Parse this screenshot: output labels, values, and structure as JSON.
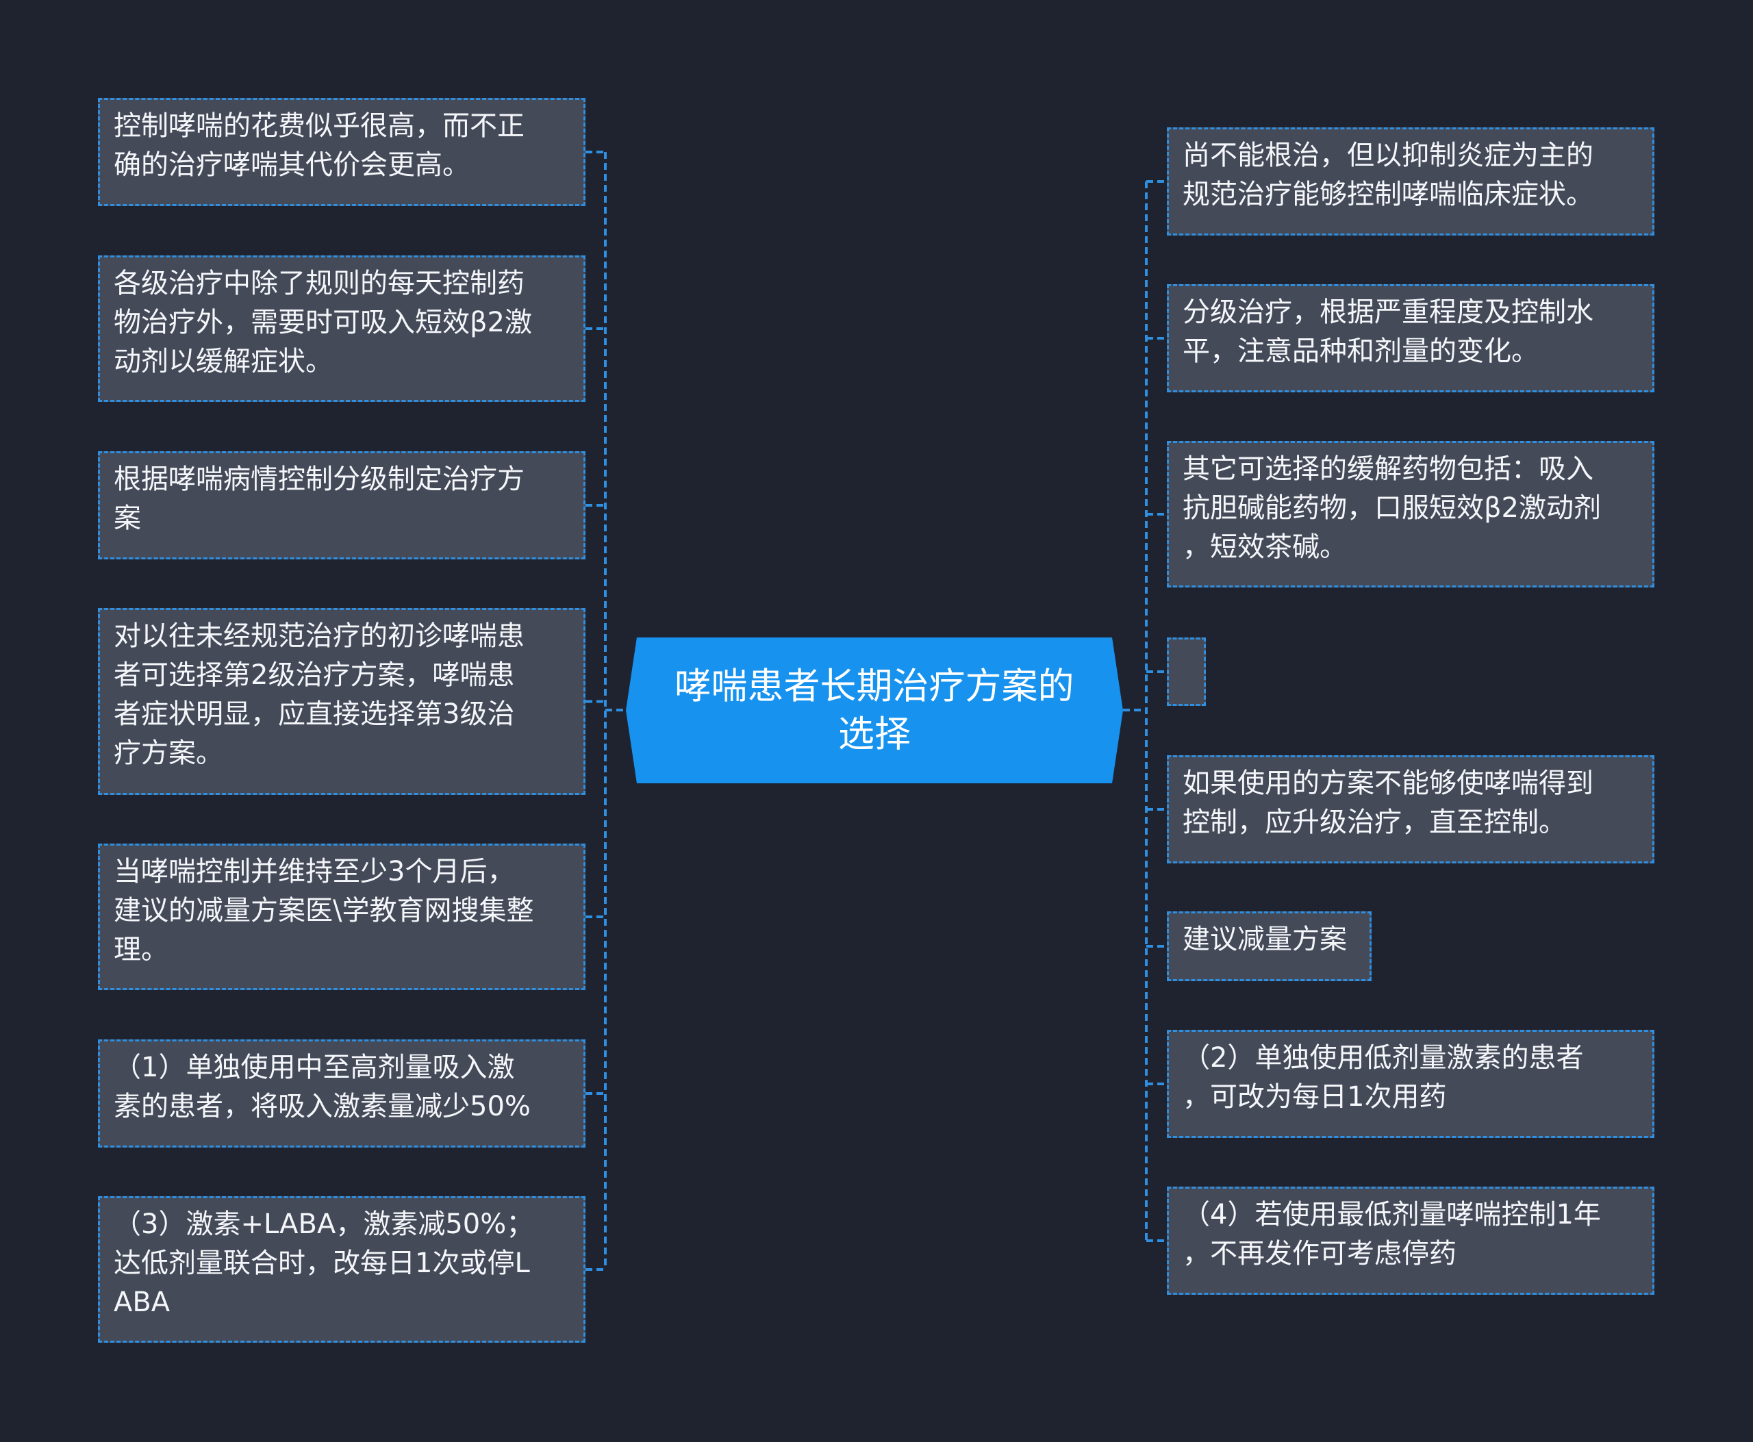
{
  "center": {
    "label": "哮喘患者长期治疗方案的\n选择"
  },
  "left_nodes": [
    {
      "text": "控制哮喘的花费似乎很高，而不正\n确的治疗哮喘其代价会更高。"
    },
    {
      "text": "各级治疗中除了规则的每天控制药\n物治疗外，需要时可吸入短效β2激\n动剂以缓解症状。"
    },
    {
      "text": "根据哮喘病情控制分级制定治疗方\n案"
    },
    {
      "text": "对以往未经规范治疗的初诊哮喘患\n者可选择第2级治疗方案，哮喘患\n者症状明显，应直接选择第3级治\n疗方案。"
    },
    {
      "text": "当哮喘控制并维持至少3个月后，\n建议的减量方案医\\学教育网搜集整\n理。"
    },
    {
      "text": "（1）单独使用中至高剂量吸入激\n素的患者，将吸入激素量减少50%"
    },
    {
      "text": "（3）激素+LABA，激素减50%；\n达低剂量联合时，改每日1次或停L\nABA"
    }
  ],
  "right_nodes": [
    {
      "text": "尚不能根治，但以抑制炎症为主的\n规范治疗能够控制哮喘临床症状。"
    },
    {
      "text": "分级治疗，根据严重程度及控制水\n平，注意品种和剂量的变化。"
    },
    {
      "text": "其它可选择的缓解药物包括：吸入\n抗胆碱能药物，口服短效β2激动剂\n，短效茶碱。"
    },
    {
      "text": ""
    },
    {
      "text": "如果使用的方案不能够使哮喘得到\n控制，应升级治疗，直至控制。"
    },
    {
      "text": "建议减量方案"
    },
    {
      "text": "（2）单独使用低剂量激素的患者\n，可改为每日1次用药"
    },
    {
      "text": "（4）若使用最低剂量哮喘控制1年\n，不再发作可考虑停药"
    }
  ],
  "colors": {
    "background": "#1f2330",
    "center_fill": "#1792ee",
    "node_fill": "#444a58",
    "connector": "#2f8fe0",
    "text": "#f4f6fa"
  }
}
